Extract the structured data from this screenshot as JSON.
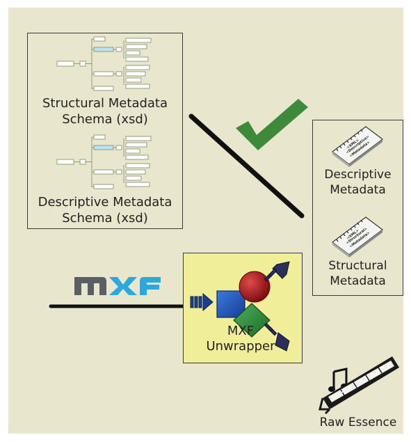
{
  "schemas": {
    "structural_label_line1": "Structural Metadata",
    "structural_label_line2": "Schema (xsd)",
    "descriptive_label_line1": "Descriptive Metadata",
    "descriptive_label_line2": "Schema (xsd)"
  },
  "outputs": {
    "descriptive_line1": "Descriptive",
    "descriptive_line2": "Metadata",
    "structural_line1": "Structural",
    "structural_line2": "Metadata"
  },
  "mxf": {
    "logo_text": "MXF",
    "unwrapper_line1": "MXF",
    "unwrapper_line2": "Unwrapper"
  },
  "raw_essence": {
    "label": "Raw Essence"
  },
  "colors": {
    "background": "#e8e6cd",
    "unwrapper_fill": "#f1ee9a",
    "check_green": "#3c8a3a",
    "cube_blue": "#1d4fb8",
    "sphere_red": "#b0141a",
    "diamond_green": "#2e8a3e",
    "mxf_gray": "#5a5f66",
    "mxf_blue": "#2aa8e0"
  },
  "icons": {
    "check": "check-icon",
    "doc": "xml-notepad-icon",
    "music": "music-note-icon",
    "film": "film-strip-icon"
  }
}
